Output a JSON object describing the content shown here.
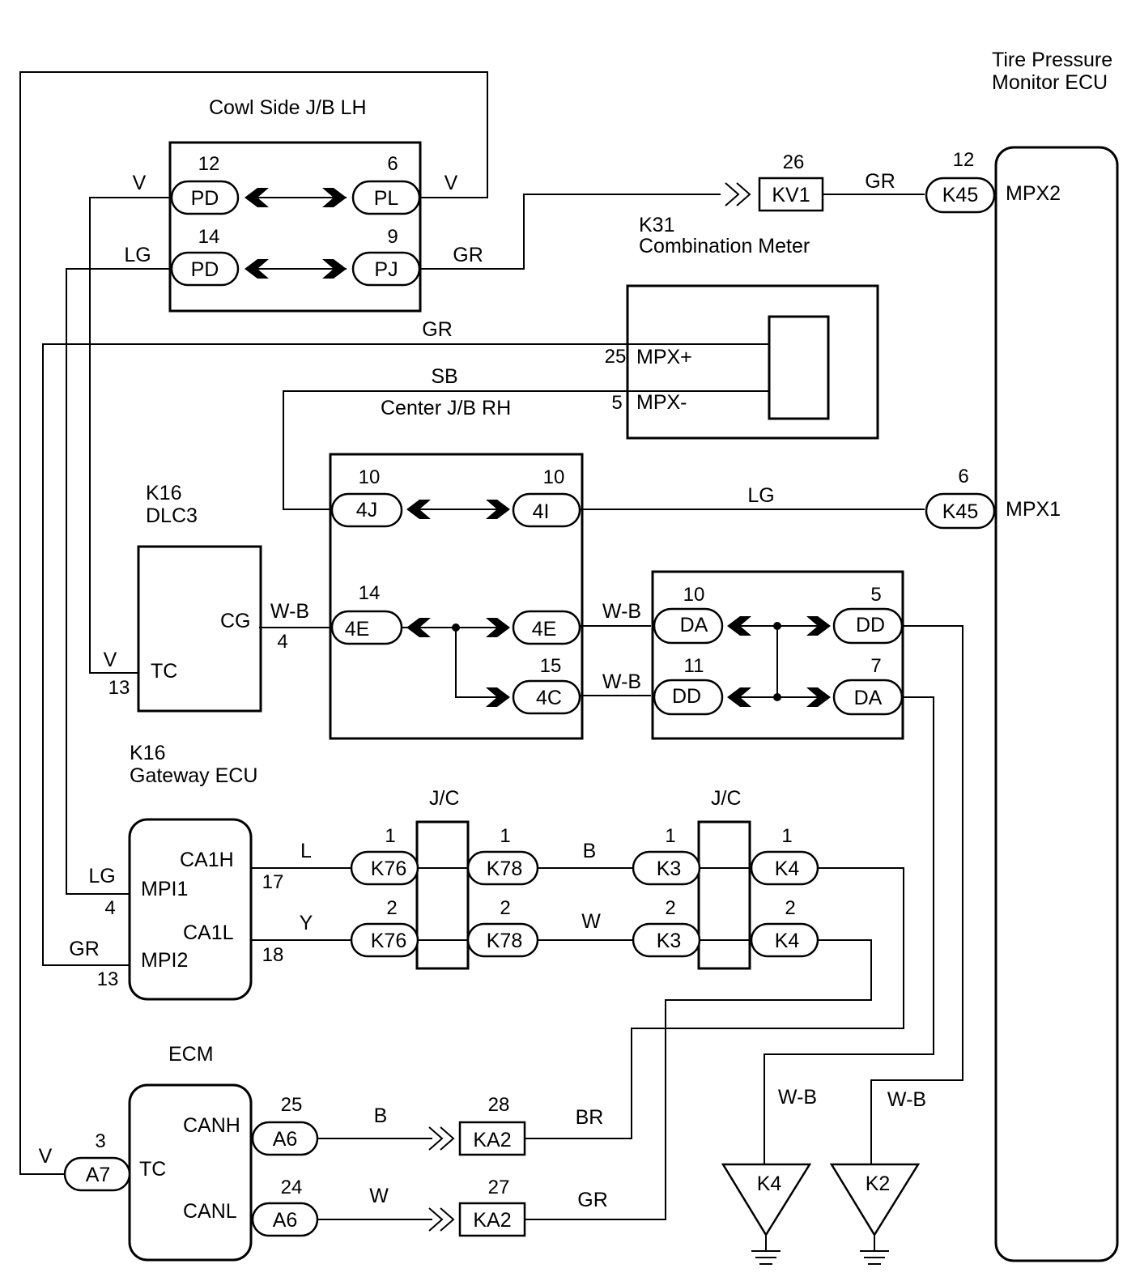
{
  "components": {
    "tpm_ecu": {
      "title_1": "Tire Pressure",
      "title_2": "Monitor ECU",
      "pin_mpx2": "MPX2",
      "pin_mpx1": "MPX1"
    },
    "cowl_jb": {
      "title": "Cowl Side J/B LH"
    },
    "combination_meter": {
      "id": "K31",
      "title": "Combination Meter",
      "pin_mpx_plus": "MPX+",
      "pin_mpx_minus": "MPX-"
    },
    "center_jb": {
      "title": "Center J/B RH"
    },
    "dlc3": {
      "id": "K16",
      "title": "DLC3",
      "pin_cg": "CG",
      "pin_tc": "TC"
    },
    "gateway_ecu": {
      "id": "K16",
      "title": "Gateway ECU",
      "pin_ca1h": "CA1H",
      "pin_ca1l": "CA1L",
      "pin_mpi1": "MPI1",
      "pin_mpi2": "MPI2"
    },
    "ecm": {
      "title": "ECM",
      "pin_canh": "CANH",
      "pin_canl": "CANL",
      "pin_tc": "TC"
    },
    "jc_left": {
      "title": "J/C"
    },
    "jc_right": {
      "title": "J/C"
    }
  },
  "connectors": {
    "pd_12": {
      "label": "PD",
      "pin": "12"
    },
    "pl_6": {
      "label": "PL",
      "pin": "6"
    },
    "pd_14": {
      "label": "PD",
      "pin": "14"
    },
    "pj_9": {
      "label": "PJ",
      "pin": "9"
    },
    "kv1_26": {
      "label": "KV1",
      "pin": "26"
    },
    "k45_12": {
      "label": "K45",
      "pin": "12"
    },
    "k45_6": {
      "label": "K45",
      "pin": "6"
    },
    "j4_10": {
      "label": "4J",
      "pin": "10"
    },
    "i4_10": {
      "label": "4I",
      "pin": "10"
    },
    "e4_14": {
      "label": "4E",
      "pin": "14"
    },
    "e4_r": {
      "label": "4E"
    },
    "c4_15": {
      "label": "4C",
      "pin": "15"
    },
    "da_10": {
      "label": "DA",
      "pin": "10"
    },
    "dd_5": {
      "label": "DD",
      "pin": "5"
    },
    "dd_11": {
      "label": "DD",
      "pin": "11"
    },
    "da_7": {
      "label": "DA",
      "pin": "7"
    },
    "k76_1": {
      "label": "K76",
      "pin": "1"
    },
    "k76_2": {
      "label": "K76",
      "pin": "2"
    },
    "k78_1": {
      "label": "K78",
      "pin": "1"
    },
    "k78_2": {
      "label": "K78",
      "pin": "2"
    },
    "k3_1": {
      "label": "K3",
      "pin": "1"
    },
    "k3_2": {
      "label": "K3",
      "pin": "2"
    },
    "k4_1": {
      "label": "K4",
      "pin": "1"
    },
    "k4_2": {
      "label": "K4",
      "pin": "2"
    },
    "a6_25": {
      "label": "A6",
      "pin": "25"
    },
    "a6_24": {
      "label": "A6",
      "pin": "24"
    },
    "a7_3": {
      "label": "A7",
      "pin": "3"
    },
    "ka2_28": {
      "label": "KA2",
      "pin": "28"
    },
    "ka2_27": {
      "label": "KA2",
      "pin": "27"
    }
  },
  "grounds": {
    "k4": "K4",
    "k2": "K2"
  },
  "pin_numbers": {
    "meter_25": "25",
    "meter_5": "5",
    "dlc_cg": "4",
    "dlc_tc": "13",
    "gw_ca1h": "17",
    "gw_ca1l": "18",
    "gw_mpi1": "4",
    "gw_mpi2": "13"
  },
  "wire_colors": {
    "v_top_left": "V",
    "v_top_right": "V",
    "lg_top": "LG",
    "gr_pj": "GR",
    "gr_kv1": "GR",
    "gr_mpx_plus": "GR",
    "sb_mpx_minus": "SB",
    "lg_mpx1": "LG",
    "wb_cg": "W-B",
    "wb_4e": "W-B",
    "wb_4c": "W-B",
    "v_dlc": "V",
    "l_ca1h": "L",
    "y_ca1l": "Y",
    "b_k3": "B",
    "w_k3": "W",
    "lg_mpi1": "LG",
    "gr_mpi2": "GR",
    "b_canh": "B",
    "w_canl": "W",
    "br_ka2": "BR",
    "gr_ka2": "GR",
    "v_ecm": "V",
    "wb_gnd_k4": "W-B",
    "wb_gnd_k2": "W-B"
  }
}
